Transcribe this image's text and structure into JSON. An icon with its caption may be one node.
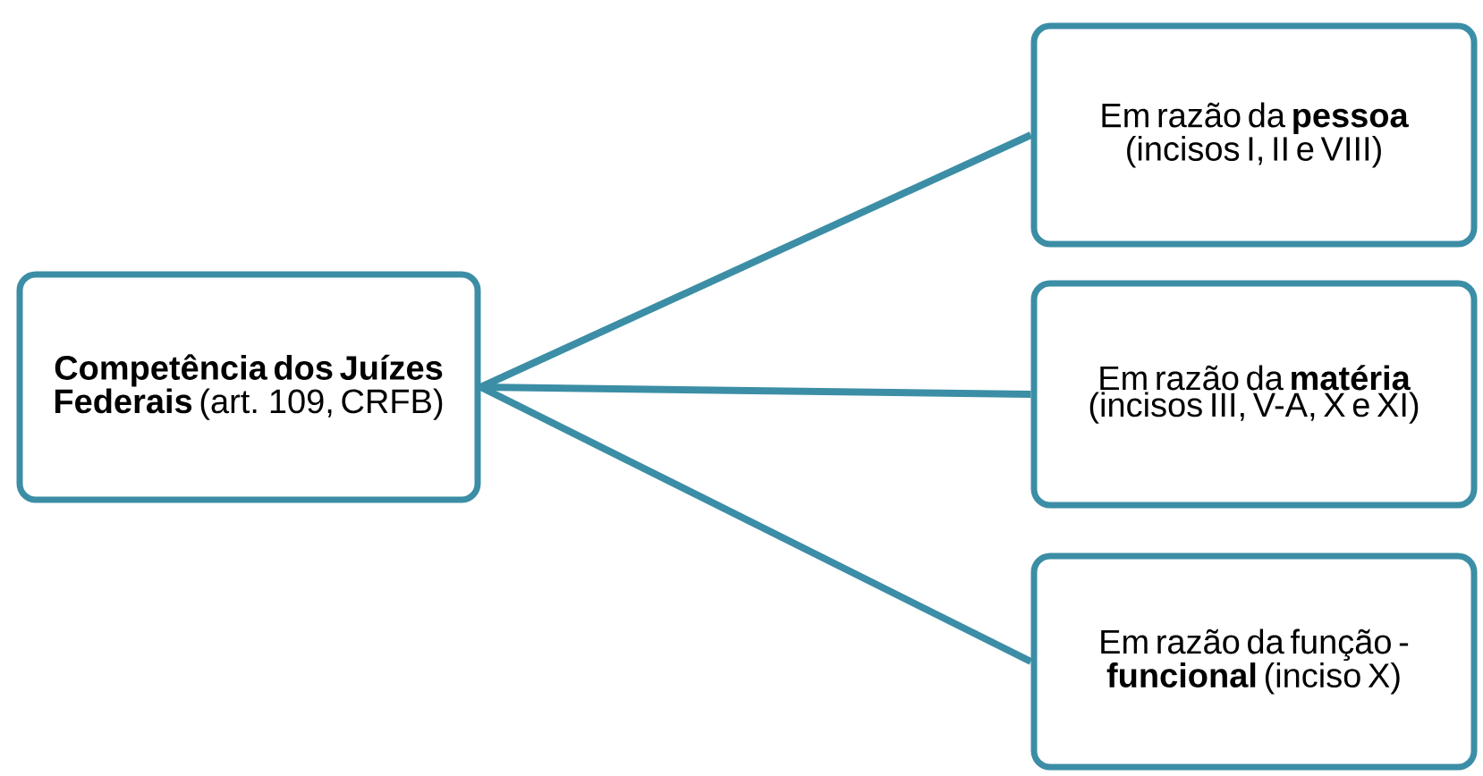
{
  "diagram": {
    "nodes": [
      {
        "text": [
          "**Competência dos Juízes Federais** (art. 109, CRFB)"
        ]
      },
      {
        "text": [
          "Em razão da **pessoa** (incisos I, II e VIII)"
        ]
      },
      {
        "text": [
          "Em razão da **matéria** (incisos III, V-A, X e XI)"
        ]
      },
      {
        "text": [
          "Em razão da função - **funcional** (inciso X)"
        ]
      }
    ],
    "edges": [
      {
        "from": 0,
        "to": 1,
        "arrow": "none"
      },
      {
        "from": 0,
        "to": 2,
        "arrow": "none"
      },
      {
        "from": 0,
        "to": 3,
        "arrow": "none"
      }
    ]
  }
}
